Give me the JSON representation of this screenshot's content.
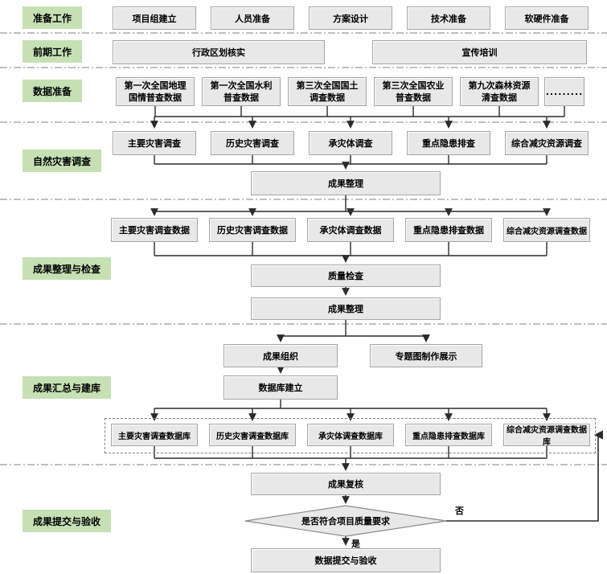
{
  "palette": {
    "stage_bg": "#c6e0b4",
    "node_bg": "#e8e8e8",
    "node_border": "#a6a6a6",
    "line": "#2b2b2b",
    "separator": "#999999"
  },
  "stages": {
    "prep": "准备工作",
    "early": "前期工作",
    "data": "数据准备",
    "survey": "自然灾害调查",
    "collate": "成果整理与检查",
    "summary": "成果汇总与建库",
    "submit": "成果提交与验收"
  },
  "prep_row": [
    "项目组建立",
    "人员准备",
    "方案设计",
    "技术准备",
    "软硬件准备"
  ],
  "early_row": [
    "行政区划核实",
    "宣传培训"
  ],
  "source_row": [
    "第一次全国地理\n国情普查数据",
    "第一次全国水利\n普查数据",
    "第三次全国国土\n调查数据",
    "第三次全国农业\n普查数据",
    "第九次森林资源\n清查数据",
    "........."
  ],
  "survey_row": [
    "主要灾害调查",
    "历史灾害调查",
    "承灾体调查",
    "重点隐患排查",
    "综合减灾资源调查"
  ],
  "survey_result": "成果整理",
  "data_row": [
    "主要灾害调查数据",
    "历史灾害调查数据",
    "承灾体调查数据",
    "重点隐患排查数据",
    "综合减灾资源调查数据"
  ],
  "quality_check": "质量检查",
  "collate_result": "成果整理",
  "organize": "成果组织",
  "thematic_map": "专题图制作展示",
  "database_build": "数据库建立",
  "database_row": [
    "主要灾害调查数据库",
    "历史灾害调查数据库",
    "承灾体调查数据库",
    "重点隐患排查数据库",
    "综合减灾资源调查数据库"
  ],
  "review": "成果复核",
  "decision": {
    "question": "是否符合项目质量要求",
    "yes": "是",
    "no": "否"
  },
  "final": "数据提交与验收"
}
